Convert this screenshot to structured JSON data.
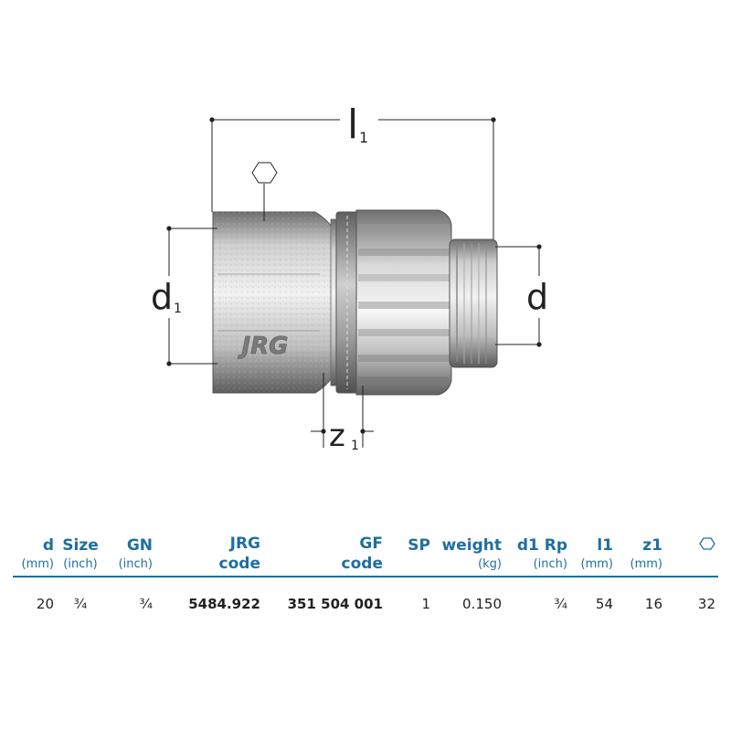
{
  "drawing": {
    "label_l1_main": "l",
    "label_l1_sub": "1",
    "label_d1_main": "d",
    "label_d1_sub": "1",
    "label_d": "d",
    "label_z1_main": "z",
    "label_z1_sub": "1",
    "brand_stamp": "JRG",
    "hex_symbol": "hexagon-icon"
  },
  "table": {
    "headers": [
      {
        "line1": "d",
        "line2": "",
        "unit": "(mm)"
      },
      {
        "line1": "Size",
        "line2": "",
        "unit": "(inch)"
      },
      {
        "line1": "GN",
        "line2": "",
        "unit": "(inch)"
      },
      {
        "line1": "JRG",
        "line2": "code",
        "unit": ""
      },
      {
        "line1": "GF",
        "line2": "code",
        "unit": ""
      },
      {
        "line1": "SP",
        "line2": "",
        "unit": ""
      },
      {
        "line1": "weight",
        "line2": "",
        "unit": "(kg)"
      },
      {
        "line1": "d1 Rp",
        "line2": "",
        "unit": "(inch)"
      },
      {
        "line1": "l1",
        "line2": "",
        "unit": "(mm)"
      },
      {
        "line1": "z1",
        "line2": "",
        "unit": "(mm)"
      },
      {
        "line1": "",
        "line2": "",
        "unit": "",
        "icon": "hexagon-icon"
      }
    ],
    "rows": [
      [
        "20",
        "¾",
        "¾",
        "5484.922",
        "351 504 001",
        "1",
        "0.150",
        "¾",
        "54",
        "16",
        "32"
      ]
    ]
  },
  "colors": {
    "header": "#1e6fa0",
    "text": "#222222"
  }
}
